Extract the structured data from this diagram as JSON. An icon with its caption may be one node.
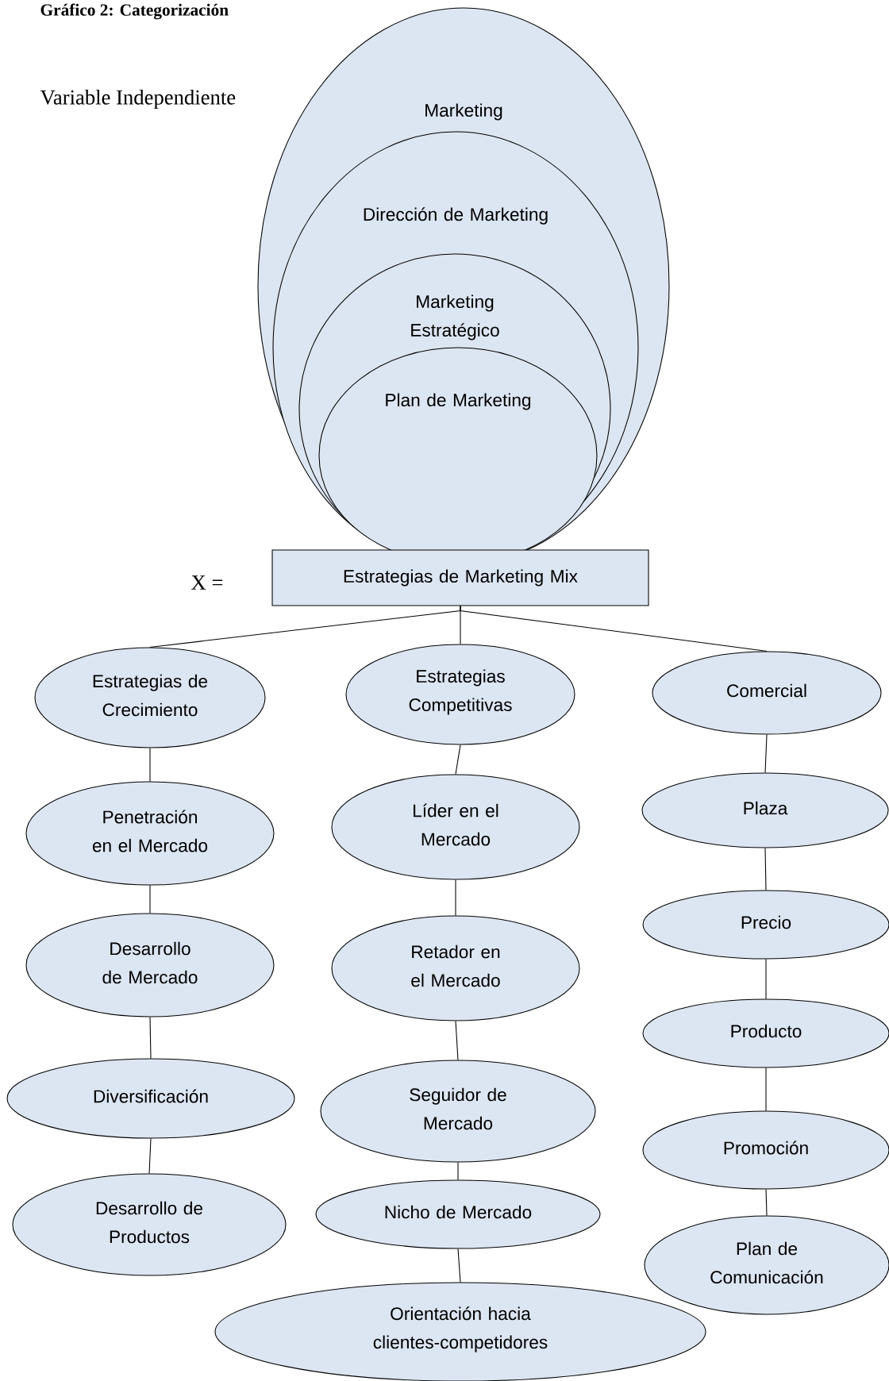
{
  "diagram": {
    "title": "Gráfico 2: Categorización",
    "nodes": [
      {
        "text": [
          "Marketing"
        ]
      },
      {
        "text": [
          "Dirección de Marketing"
        ],
        "in": 0
      },
      {
        "text": [
          "Marketing Estratégico"
        ],
        "in": 1
      },
      {
        "text": [
          "Plan de Marketing"
        ],
        "in": 2
      },
      {
        "text": [
          "Estrategias de Marketing Mix"
        ]
      },
      {
        "text": [
          "Estrategias de Crecimiento"
        ]
      },
      {
        "text": [
          "Estrategias Competitivas"
        ]
      },
      {
        "text": [
          "Comercial"
        ]
      },
      {
        "text": [
          "Penetración en el Mercado"
        ]
      },
      {
        "text": [
          "Desarrollo de Mercado"
        ]
      },
      {
        "text": [
          "Diversificación"
        ]
      },
      {
        "text": [
          "Desarrollo de Productos"
        ]
      },
      {
        "text": [
          "Líder en el Mercado"
        ]
      },
      {
        "text": [
          "Retador en el Mercado"
        ]
      },
      {
        "text": [
          "Seguidor de Mercado"
        ]
      },
      {
        "text": [
          "Nicho de Mercado"
        ]
      },
      {
        "text": [
          "Orientación hacia clientes-competidores"
        ]
      },
      {
        "text": [
          "Plaza"
        ]
      },
      {
        "text": [
          "Precio"
        ]
      },
      {
        "text": [
          "Producto"
        ]
      },
      {
        "text": [
          "Promoción"
        ]
      },
      {
        "text": [
          "Plan de Comunicación"
        ]
      }
    ],
    "edges": [
      {
        "from": 4,
        "to": 5,
        "arrow": "none"
      },
      {
        "from": 4,
        "to": 6,
        "arrow": "none"
      },
      {
        "from": 4,
        "to": 7,
        "arrow": "none"
      },
      {
        "from": 5,
        "to": 8,
        "arrow": "none"
      },
      {
        "from": 8,
        "to": 9,
        "arrow": "none"
      },
      {
        "from": 9,
        "to": 10,
        "arrow": "none"
      },
      {
        "from": 10,
        "to": 11,
        "arrow": "none"
      },
      {
        "from": 6,
        "to": 12,
        "arrow": "none"
      },
      {
        "from": 12,
        "to": 13,
        "arrow": "none"
      },
      {
        "from": 13,
        "to": 14,
        "arrow": "none"
      },
      {
        "from": 14,
        "to": 15,
        "arrow": "none"
      },
      {
        "from": 15,
        "to": 16,
        "arrow": "none"
      },
      {
        "from": 7,
        "to": 17,
        "arrow": "none"
      },
      {
        "from": 17,
        "to": 18,
        "arrow": "none"
      },
      {
        "from": 18,
        "to": 19,
        "arrow": "none"
      },
      {
        "from": 19,
        "to": 20,
        "arrow": "none"
      },
      {
        "from": 20,
        "to": 21,
        "arrow": "none"
      }
    ],
    "labels": [
      "Variable Independiente",
      "X ="
    ]
  }
}
